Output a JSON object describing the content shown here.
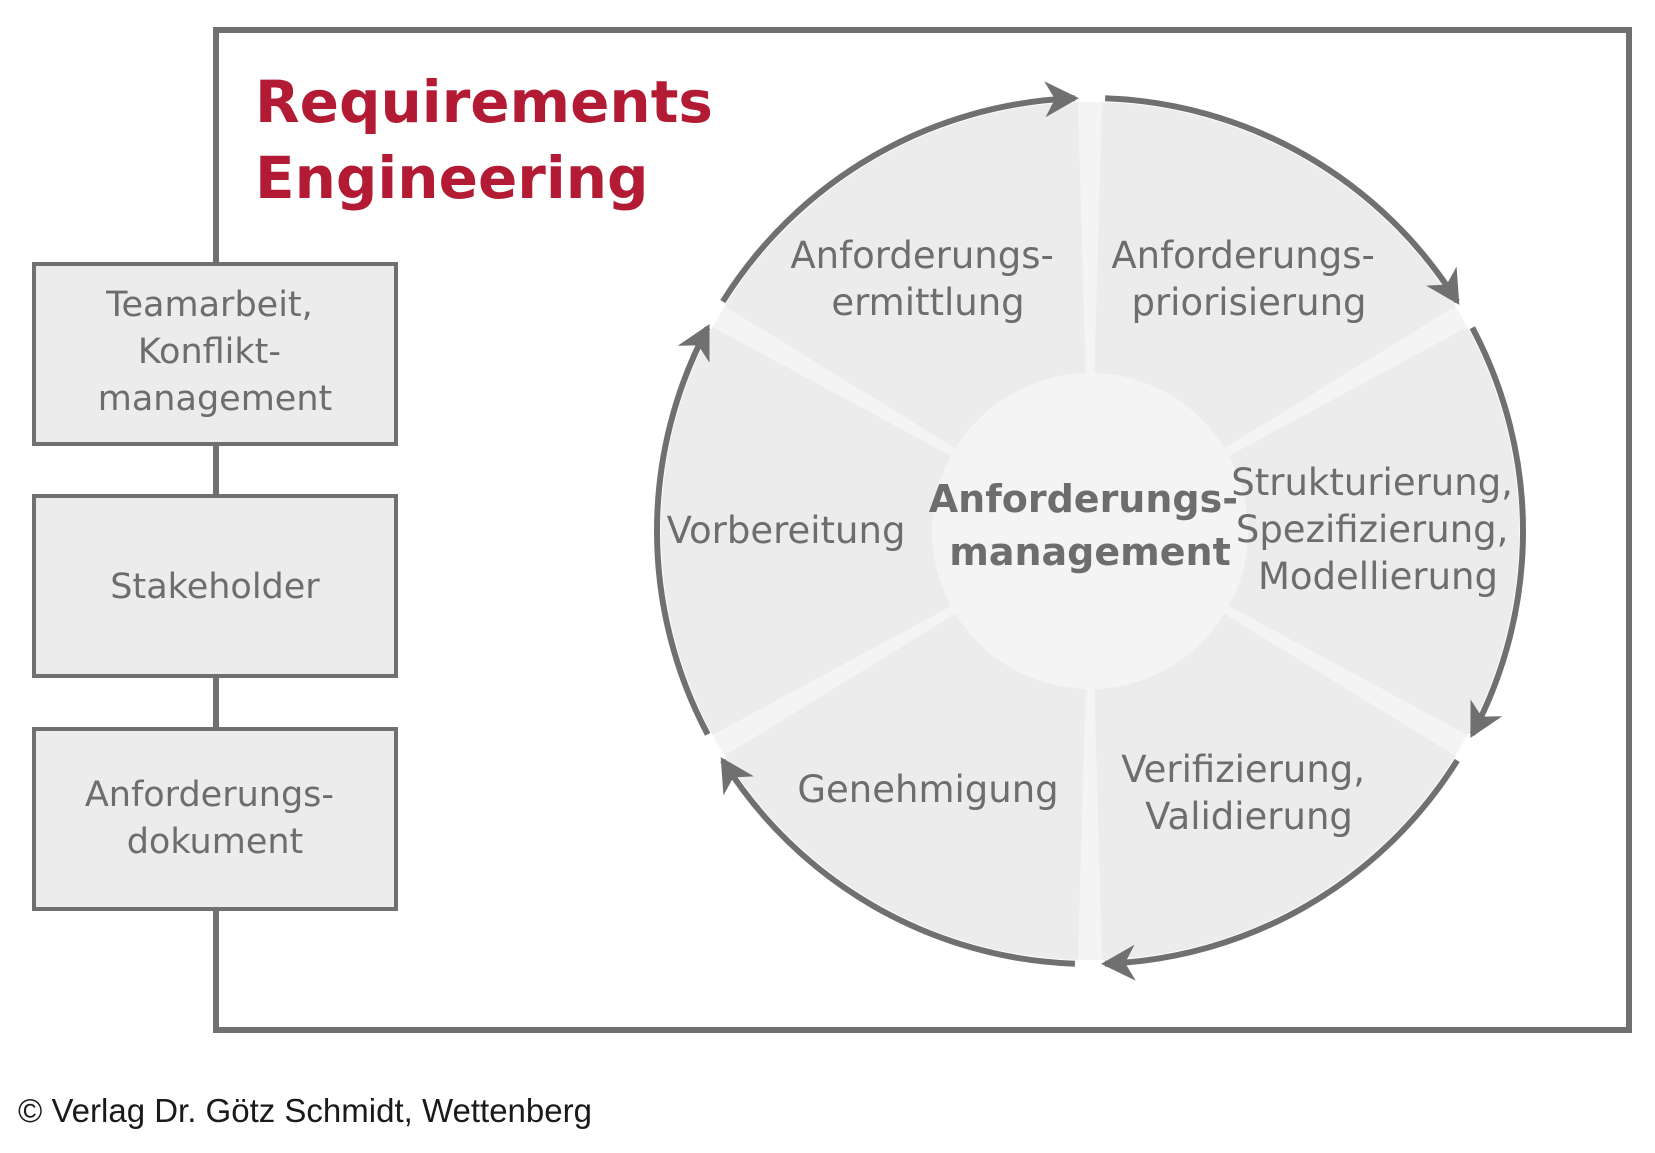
{
  "title": {
    "line1": "Requirements",
    "line2": "Engineering"
  },
  "side_boxes": [
    {
      "lines": [
        "Teamarbeit,",
        "Konflikt-",
        "management"
      ]
    },
    {
      "lines": [
        "Stakeholder"
      ]
    },
    {
      "lines": [
        "Anforderungs-",
        "dokument"
      ]
    }
  ],
  "cycle": {
    "center": {
      "lines": [
        "Anforderungs-",
        "management"
      ]
    },
    "segments": [
      {
        "lines": [
          "Anforderungs-",
          "ermittlung"
        ]
      },
      {
        "lines": [
          "Anforderungs-",
          "priorisierung"
        ]
      },
      {
        "lines": [
          "Strukturierung,",
          "Spezifizierung,",
          "Modellierung"
        ]
      },
      {
        "lines": [
          "Verifizierung,",
          "Validierung"
        ]
      },
      {
        "lines": [
          "Genehmigung"
        ]
      },
      {
        "lines": [
          "Vorbereitung"
        ]
      }
    ]
  },
  "copyright": "© Verlag Dr. Götz Schmidt, Wettenberg",
  "colors": {
    "title": "#b31b34",
    "frame": "#707070",
    "box_fill": "#ececec",
    "segment_fill": "#ececec",
    "center_fill": "#f4f4f4",
    "text": "#6d6d6d"
  }
}
